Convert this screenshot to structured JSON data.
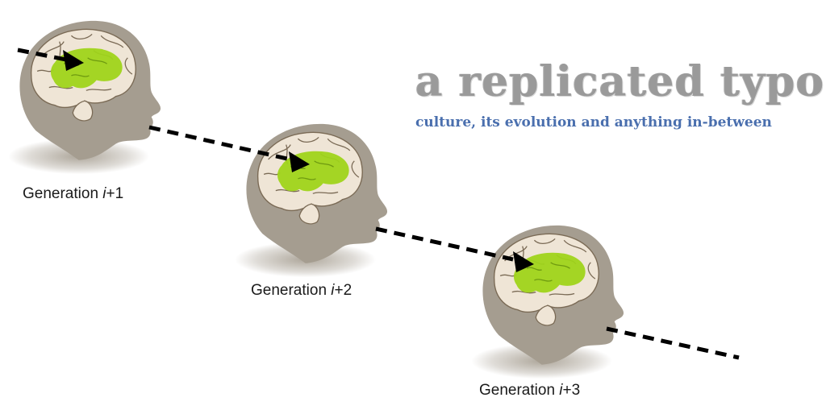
{
  "logo": {
    "text": "a replicated typo",
    "tagline": "culture, its evolution and anything in-between",
    "text_color": "#9a9a9a",
    "tagline_color": "#4a6fae"
  },
  "generations": [
    {
      "label_prefix": "Generation ",
      "label_var": "i",
      "label_suffix": "+1"
    },
    {
      "label_prefix": "Generation ",
      "label_var": "i",
      "label_suffix": "+2"
    },
    {
      "label_prefix": "Generation ",
      "label_var": "i",
      "label_suffix": "+3"
    }
  ],
  "colors": {
    "head": "#a59d90",
    "brain": "#efe5d6",
    "brain_outline": "#7a6a55",
    "brain_highlight": "#9fd41a",
    "arrow": "#000000"
  }
}
